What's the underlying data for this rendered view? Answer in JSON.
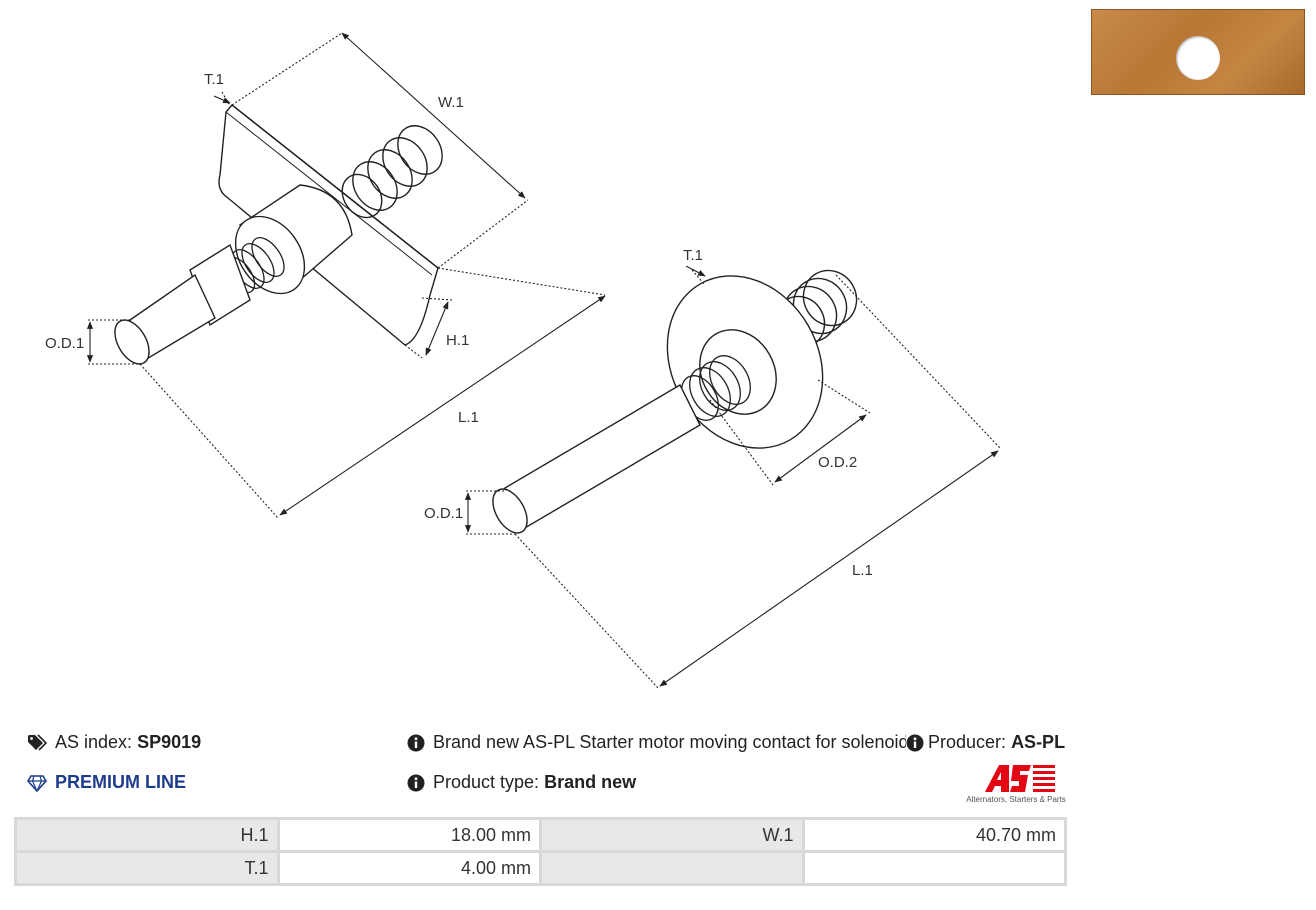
{
  "drawing": {
    "labels": {
      "t1_left": "T.1",
      "w1": "W.1",
      "h1": "H.1",
      "od1_left": "O.D.1",
      "l1_left": "L.1",
      "t1_right": "T.1",
      "od2": "O.D.2",
      "od1_right": "O.D.1",
      "l1_right": "L.1"
    }
  },
  "info": {
    "as_index_label": "AS index:",
    "as_index_value": "SP9019",
    "premium": "PREMIUM LINE",
    "description": "Brand new AS-PL Starter motor moving contact for solenoid",
    "producer_label": "Producer:",
    "producer_value": "AS-PL",
    "product_type_label": "Product type:",
    "product_type_value": "Brand new"
  },
  "logo": {
    "tagline": "Alternators, Starters & Parts"
  },
  "specs": [
    {
      "k1": "H.1",
      "v1": "18.00 mm",
      "k2": "W.1",
      "v2": "40.70 mm"
    },
    {
      "k1": "T.1",
      "v1": "4.00 mm",
      "k2": "",
      "v2": ""
    }
  ],
  "colors": {
    "premium": "#1e3c8c",
    "logo_red": "#e30613",
    "copper": "#b87735"
  }
}
